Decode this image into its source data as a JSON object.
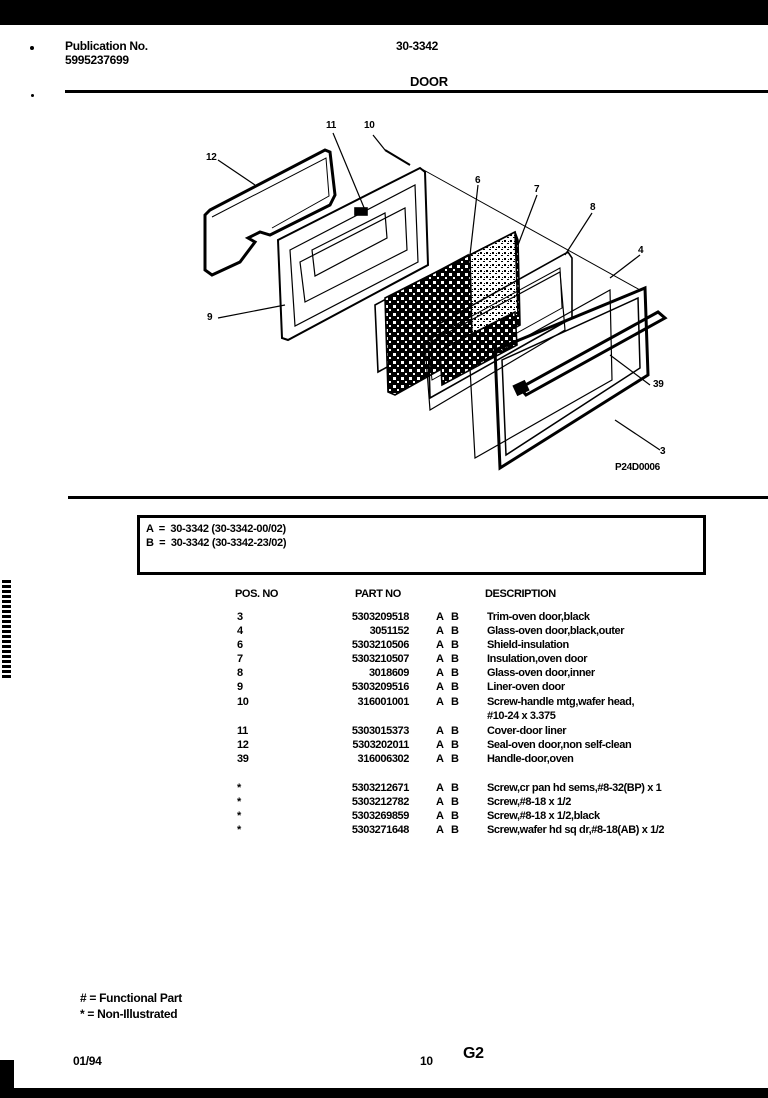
{
  "header": {
    "publication_label": "Publication No.",
    "publication_number": "5995237699",
    "model_number": "30-3342",
    "section_title": "DOOR"
  },
  "diagram": {
    "figure_id": "P24D0006",
    "callouts": [
      {
        "label": "12"
      },
      {
        "label": "11"
      },
      {
        "label": "10"
      },
      {
        "label": "9"
      },
      {
        "label": "6"
      },
      {
        "label": "7"
      },
      {
        "label": "8"
      },
      {
        "label": "4"
      },
      {
        "label": "39"
      },
      {
        "label": "3"
      }
    ]
  },
  "models": [
    {
      "key": "A",
      "eq": "=",
      "value": "30-3342 (30-3342-00/02)"
    },
    {
      "key": "B",
      "eq": "=",
      "value": "30-3342 (30-3342-23/02)"
    }
  ],
  "parts_table": {
    "headers": {
      "pos": "POS. NO",
      "part": "PART NO",
      "desc": "DESCRIPTION"
    },
    "rows": [
      {
        "pos": "3",
        "part": "5303209518",
        "a": "A",
        "b": "B",
        "desc": "Trim-oven door,black"
      },
      {
        "pos": "4",
        "part": "3051152",
        "a": "A",
        "b": "B",
        "desc": "Glass-oven door,black,outer"
      },
      {
        "pos": "6",
        "part": "5303210506",
        "a": "A",
        "b": "B",
        "desc": "Shield-insulation"
      },
      {
        "pos": "7",
        "part": "5303210507",
        "a": "A",
        "b": "B",
        "desc": "Insulation,oven door"
      },
      {
        "pos": "8",
        "part": "3018609",
        "a": "A",
        "b": "B",
        "desc": "Glass-oven door,inner"
      },
      {
        "pos": "9",
        "part": "5303209516",
        "a": "A",
        "b": "B",
        "desc": "Liner-oven door"
      },
      {
        "pos": "10",
        "part": "316001001",
        "a": "A",
        "b": "B",
        "desc": "Screw-handle mtg,wafer head,",
        "desc2": "#10-24 x 3.375"
      },
      {
        "pos": "11",
        "part": "5303015373",
        "a": "A",
        "b": "B",
        "desc": "Cover-door liner"
      },
      {
        "pos": "12",
        "part": "5303202011",
        "a": "A",
        "b": "B",
        "desc": "Seal-oven door,non self-clean"
      },
      {
        "pos": "39",
        "part": "316006302",
        "a": "A",
        "b": "B",
        "desc": "Handle-door,oven"
      },
      {
        "pos": "*",
        "part": "5303212671",
        "a": "A",
        "b": "B",
        "desc": "Screw,cr pan hd sems,#8-32(BP) x 1"
      },
      {
        "pos": "*",
        "part": "5303212782",
        "a": "A",
        "b": "B",
        "desc": "Screw,#8-18 x 1/2"
      },
      {
        "pos": "*",
        "part": "5303269859",
        "a": "A",
        "b": "B",
        "desc": "Screw,#8-18 x 1/2,black"
      },
      {
        "pos": "*",
        "part": "5303271648",
        "a": "A",
        "b": "B",
        "desc": "Screw,wafer hd sq dr,#8-18(AB) x 1/2"
      }
    ]
  },
  "legend": {
    "functional": "# = Functional Part",
    "non_illustrated": "* = Non-Illustrated"
  },
  "footer": {
    "date": "01/94",
    "page": "10",
    "section_code": "G2"
  }
}
